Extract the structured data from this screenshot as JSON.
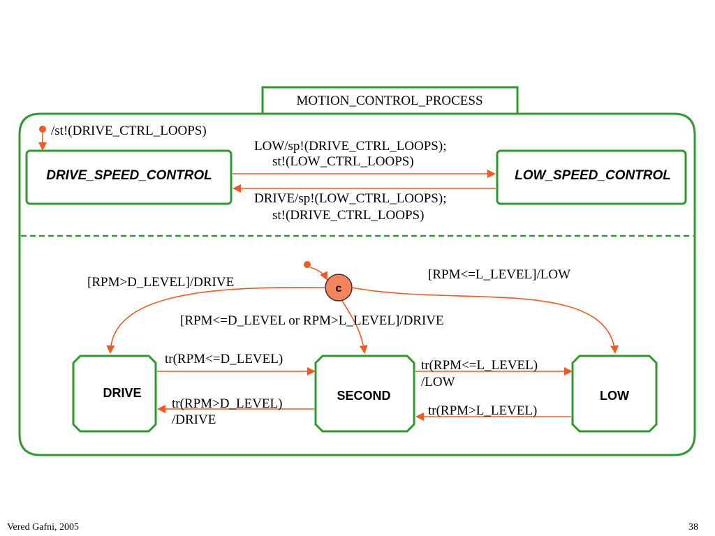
{
  "diagram": {
    "title": "MOTION_CONTROL_PROCESS",
    "initial_top_label": "/st!(DRIVE_CTRL_LOOPS)",
    "top_states": {
      "drive_speed": "DRIVE_SPEED_CONTROL",
      "low_speed": "LOW_SPEED_CONTROL"
    },
    "top_transitions": {
      "to_low_line1": "LOW/sp!(DRIVE_CTRL_LOOPS);",
      "to_low_line2": "st!(LOW_CTRL_LOOPS)",
      "to_drive_line1": "DRIVE/sp!(LOW_CTRL_LOOPS);",
      "to_drive_line2": "st!(DRIVE_CTRL_LOOPS)"
    },
    "condition_node": "c",
    "condition_labels": {
      "to_drive": "[RPM>D_LEVEL]/DRIVE",
      "to_low": "[RPM<=L_LEVEL]/LOW",
      "to_second": "[RPM<=D_LEVEL or RPM>L_LEVEL]/DRIVE"
    },
    "bottom_states": {
      "drive": "DRIVE",
      "second": "SECOND",
      "low": "LOW"
    },
    "bottom_transitions": {
      "drive_to_second": "tr(RPM<=D_LEVEL)",
      "second_to_drive_line1": "tr(RPM>D_LEVEL)",
      "second_to_drive_line2": "/DRIVE",
      "second_to_low_line1": "tr(RPM<=L_LEVEL)",
      "second_to_low_line2": "/LOW",
      "low_to_second": "tr(RPM>L_LEVEL)"
    },
    "colors": {
      "state_border": "#2e9a2e",
      "transition": "#f05a1e",
      "condition_fill": "#f4845a"
    }
  },
  "footer": {
    "author": "Vered Gafni, 2005",
    "page_number": "38"
  }
}
